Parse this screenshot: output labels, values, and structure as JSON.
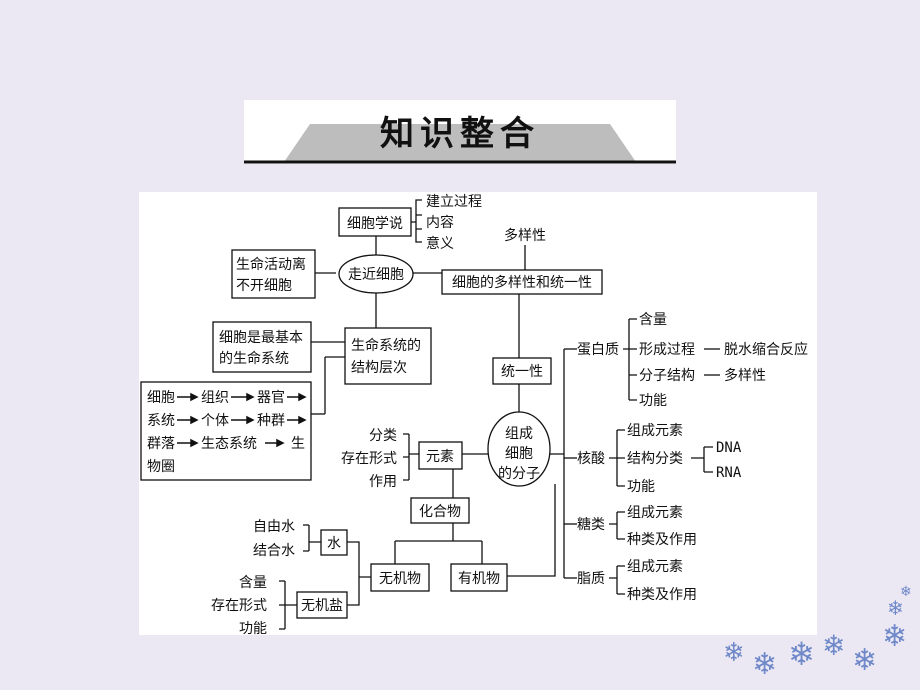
{
  "banner": {
    "title": "知识整合"
  },
  "nodes": {
    "cell_theory": "细胞学说",
    "establish": "建立过程",
    "content": "内容",
    "meaning": "意义",
    "approach_cell": "走近细胞",
    "life_activity_1": "生命活动离",
    "life_activity_2": "不开细胞",
    "diversity_unity": "细胞的多样性和统一性",
    "diversity": "多样性",
    "basic_1": "细胞是最基本",
    "basic_2": "的生命系统",
    "life_system_1": "生命系统的",
    "life_system_2": "结构层次",
    "level_cell": "细胞",
    "level_tissue": "组织",
    "level_organ": "器官",
    "level_system": "系统",
    "level_individual": "个体",
    "level_population": "种群",
    "level_community": "群落",
    "level_ecosystem": "生态系统",
    "level_bio_1": "生",
    "level_bio_2": "物圈",
    "unity": "统一性",
    "classify": "分类",
    "existence_form": "存在形式",
    "function_role": "作用",
    "element": "元素",
    "compose_1": "组成",
    "compose_2": "细胞",
    "compose_3": "的分子",
    "compound": "化合物",
    "free_water": "自由水",
    "bound_water": "结合水",
    "water": "水",
    "inorganic": "无机物",
    "organic": "有机物",
    "salt_content": "含量",
    "salt_form": "存在形式",
    "salt_function": "功能",
    "salt": "无机盐",
    "protein": "蛋白质",
    "p_content": "含量",
    "p_formation": "形成过程",
    "p_dehydration": "脱水缩合反应",
    "p_structure": "分子结构",
    "p_diversity": "多样性",
    "p_function": "功能",
    "nucleic": "核酸",
    "n_elements": "组成元素",
    "n_struct_class": "结构分类",
    "dna": "DNA",
    "rna": "RNA",
    "n_function": "功能",
    "sugar": "糖类",
    "s_elements": "组成元素",
    "s_types": "种类及作用",
    "lipid": "脂质",
    "l_elements": "组成元素",
    "l_types": "种类及作用"
  }
}
